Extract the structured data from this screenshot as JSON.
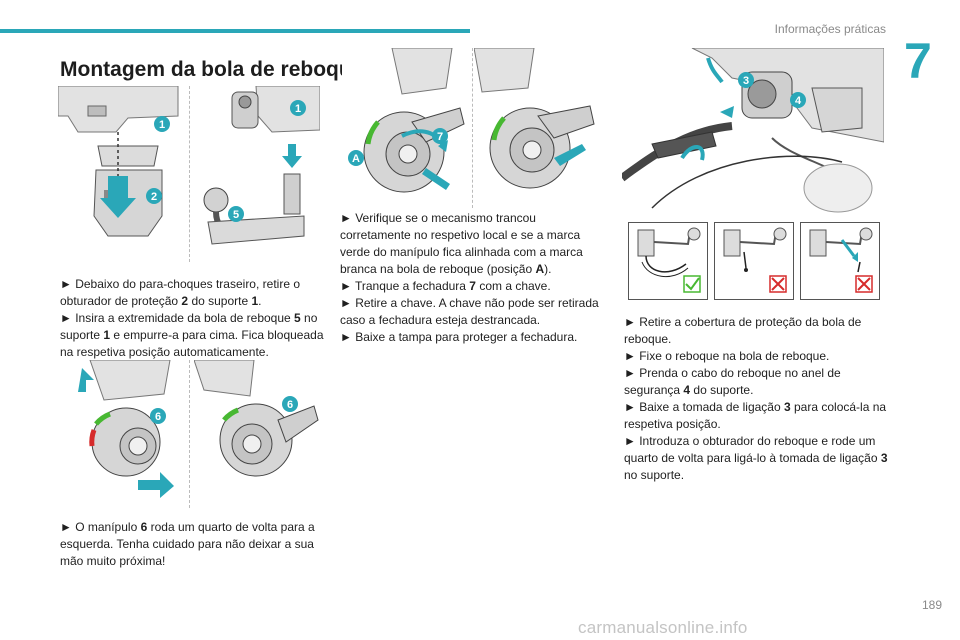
{
  "header": {
    "section_title": "Informações práticas",
    "chapter_number": "7"
  },
  "page_number": "189",
  "watermark": "carmanualsonline.info",
  "title": "Montagem da bola de reboque",
  "colors": {
    "accent": "#2aa7b8",
    "callout": "#2aa7b8",
    "check_green": "#48b832",
    "cross_red": "#d62b2b",
    "arrow_blue": "#2aa7b8"
  },
  "figures": {
    "fig1": {
      "callouts": [
        "1",
        "2"
      ]
    },
    "fig2": {
      "callouts": [
        "1",
        "5"
      ]
    },
    "fig3": {
      "callouts": [
        "6"
      ]
    },
    "fig4": {
      "callouts": [
        "6"
      ]
    },
    "fig5": {
      "callouts": [
        "A",
        "7"
      ]
    },
    "fig7": {
      "callouts": [
        "3",
        "4"
      ]
    }
  },
  "col1": {
    "para1": [
      {
        "pre": "► Debaixo do para-choques traseiro, retire o obturador de proteção ",
        "b": "2",
        "post": " do suporte ",
        "b2": "1",
        "end": "."
      },
      {
        "pre": "► Insira a extremidade da bola de reboque ",
        "b": "5",
        "post": " no suporte ",
        "b2": "1",
        "end": " e empurre-a para cima. Fica bloqueada na respetiva posição automaticamente."
      }
    ],
    "para2": [
      {
        "pre": "► O manípulo ",
        "b": "6",
        "post": " roda um quarto de volta para a esquerda. Tenha cuidado para não deixar a sua mão muito próxima!",
        "b2": "",
        "end": ""
      }
    ]
  },
  "col2": {
    "para": [
      {
        "pre": "► Verifique se o mecanismo trancou corretamente no respetivo local e se a marca verde do manípulo fica alinhada com a marca branca na bola de reboque (posição ",
        "b": "A",
        "post": ").",
        "b2": "",
        "end": ""
      },
      {
        "pre": "► Tranque a fechadura ",
        "b": "7",
        "post": " com a chave.",
        "b2": "",
        "end": ""
      },
      {
        "pre": "► Retire a chave. A chave não pode ser retirada caso a fechadura esteja destrancada.",
        "b": "",
        "post": "",
        "b2": "",
        "end": ""
      },
      {
        "pre": "► Baixe a tampa para proteger a fechadura.",
        "b": "",
        "post": "",
        "b2": "",
        "end": ""
      }
    ]
  },
  "col3": {
    "para": [
      {
        "pre": "► Retire a cobertura de proteção da bola de reboque.",
        "b": "",
        "post": "",
        "b2": "",
        "end": ""
      },
      {
        "pre": "► Fixe o reboque na bola de reboque.",
        "b": "",
        "post": "",
        "b2": "",
        "end": ""
      },
      {
        "pre": "► Prenda o cabo do reboque no anel de segurança ",
        "b": "4",
        "post": " do suporte.",
        "b2": "",
        "end": ""
      },
      {
        "pre": "► Baixe a tomada de ligação ",
        "b": "3",
        "post": " para colocá-la na respetiva posição.",
        "b2": "",
        "end": ""
      },
      {
        "pre": "► Introduza o obturador do reboque e rode um quarto de volta para ligá-lo à tomada de ligação ",
        "b": "3",
        "post": " no suporte.",
        "b2": "",
        "end": ""
      }
    ]
  }
}
